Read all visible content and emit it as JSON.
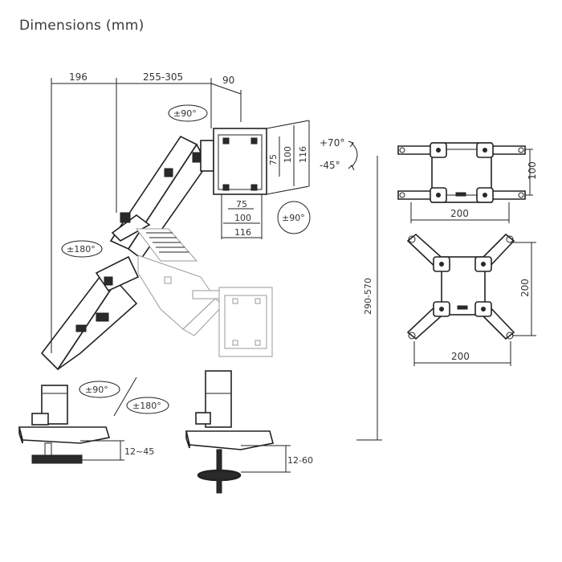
{
  "title": "Dimensions (mm)",
  "dimensions": {
    "base_to_pole": "196",
    "arm_reach": "255-305",
    "plate_offset": "90",
    "vesa_75_h": "75",
    "vesa_100_h": "100",
    "vesa_116_h": "116",
    "vesa_75_w": "75",
    "vesa_100_w": "100",
    "vesa_116_w": "116",
    "height_range": "290-570",
    "clamp_range": "12~45",
    "grommet_range": "12-60",
    "adapter_width_top": "200",
    "adapter_height_top": "100",
    "adapter_width_bottom": "200",
    "adapter_height_bottom": "200"
  },
  "rotations": {
    "tilt_top": "±90°",
    "tilt_up": "+70°",
    "tilt_down": "-45°",
    "rotate": "±90°",
    "swivel_left": "±180°",
    "pole_rotate": "±90°",
    "base_swivel": "±180°"
  }
}
